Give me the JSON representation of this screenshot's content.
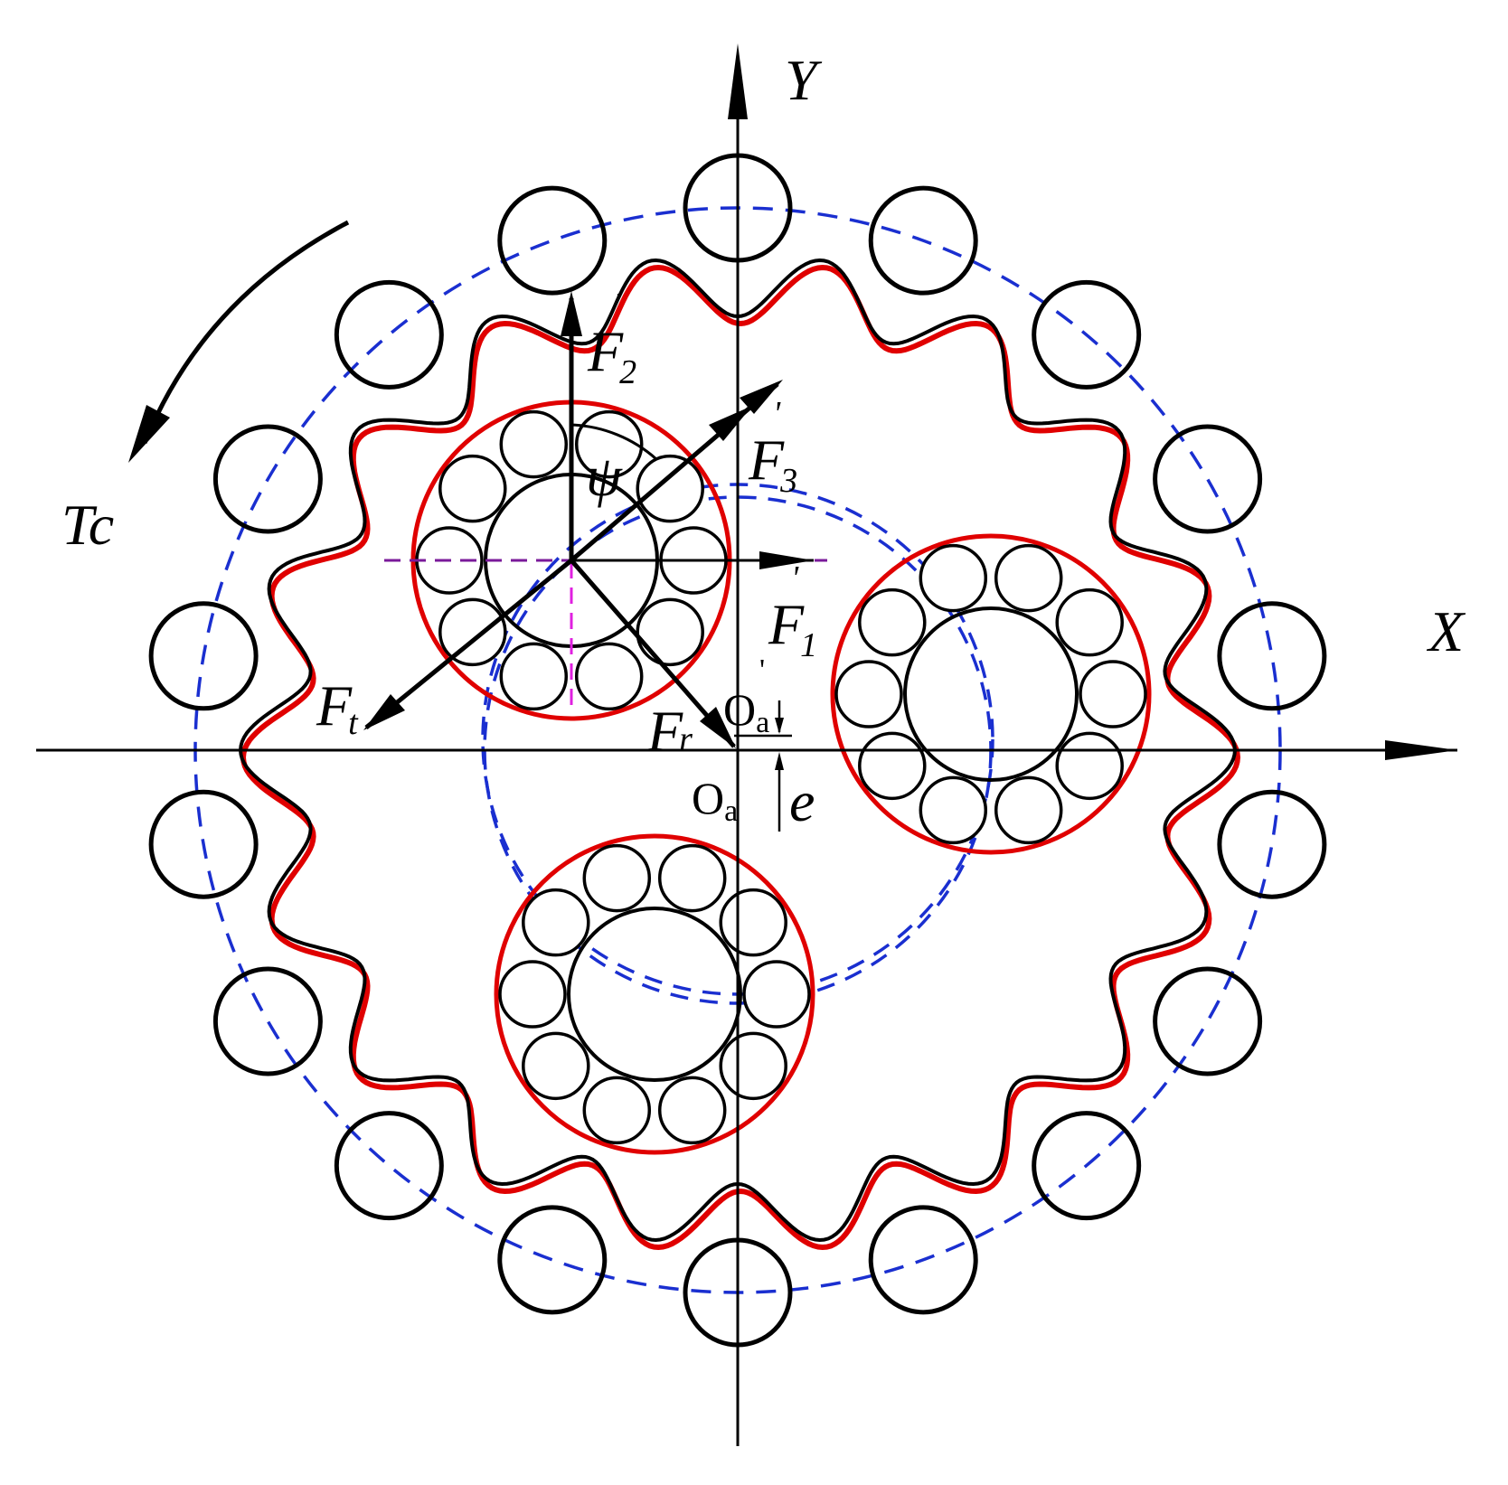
{
  "labels": {
    "y_axis": "Y",
    "x_axis": "X",
    "torque": "Tc",
    "f2_main": "F",
    "f2_sub": "2",
    "f2_prime": "'",
    "f3_main": "F",
    "f3_sub": "3",
    "f3_prime": "'",
    "f1_main": "F",
    "f1_sub": "1",
    "f1_prime": "'",
    "ft_main": "F",
    "ft_sub": "t",
    "fr_main": "F",
    "fr_sub": "r",
    "psi": "ψ",
    "oa_prime_main": "O",
    "oa_prime_sub": "a",
    "oa_prime_mark": "'",
    "oa_main": "O",
    "oa_sub": "a",
    "eccentricity": "e"
  },
  "colors": {
    "outline": "#000000",
    "profile_red": "#e00000",
    "pitch_blue": "#1a2fd0",
    "guide_magenta": "#e020e0",
    "guide_purple": "#7a1a9a"
  },
  "model": {
    "pin_count": 18,
    "lobe_count": 17,
    "planet_count": 3,
    "rollers_per_planet": 10
  }
}
